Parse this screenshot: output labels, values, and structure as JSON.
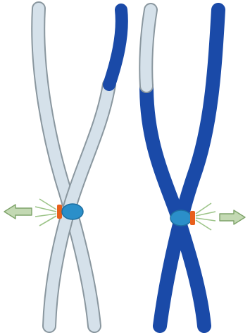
{
  "figure": {
    "description_text": "",
    "colors": {
      "light_chromatid_fill": "#d5e1ea",
      "light_chromatid_outline": "#8a979f",
      "dark_chromatid": "#1a4aa8",
      "centromere_fill": "#2b8fc9",
      "centromere_outline": "#1d6ea0",
      "kinetochore": "#e8601c",
      "arrow_fill": "#c3d9b3",
      "arrow_outline": "#7ea36a",
      "force_line": "#9cc488"
    },
    "left_chromosome": {
      "role": "chromosome-left",
      "arrow_direction": "left"
    },
    "right_chromosome": {
      "role": "chromosome-right",
      "arrow_direction": "right"
    }
  }
}
